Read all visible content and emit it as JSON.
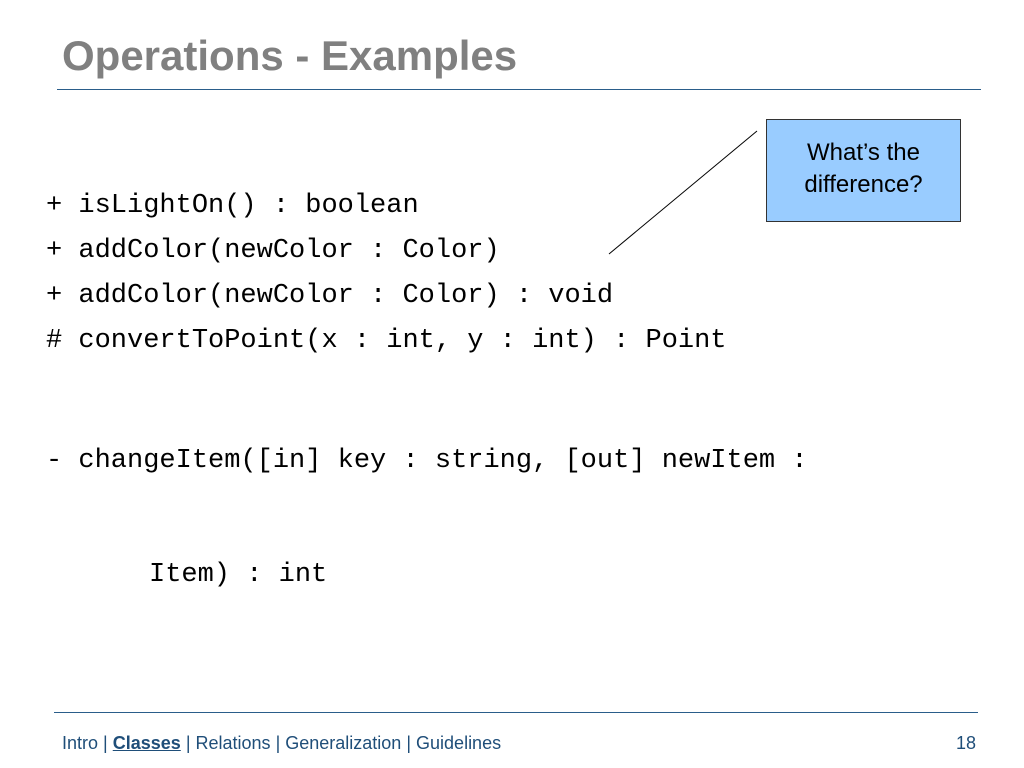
{
  "slide": {
    "title": "Operations - Examples",
    "operations": [
      "+ isLightOn() : boolean",
      "+ addColor(newColor : Color)",
      "+ addColor(newColor : Color) : void",
      "# convertToPoint(x : int, y : int) : Point"
    ],
    "wrapped_operation": {
      "line1": "- changeItem([in] key : string, [out] newItem :",
      "line2": "Item) : int"
    },
    "callout": {
      "text": "What’s the difference?",
      "fill_color": "#99ccff"
    }
  },
  "footer": {
    "nav": [
      {
        "label": "Intro",
        "current": false
      },
      {
        "label": "Classes",
        "current": true
      },
      {
        "label": "Relations",
        "current": false
      },
      {
        "label": "Generalization",
        "current": false
      },
      {
        "label": "Guidelines",
        "current": false
      }
    ],
    "separator": "|",
    "page_number": "18"
  },
  "colors": {
    "title": "#808080",
    "rule": "#2a5d8a",
    "footer_text": "#1f4e79"
  }
}
